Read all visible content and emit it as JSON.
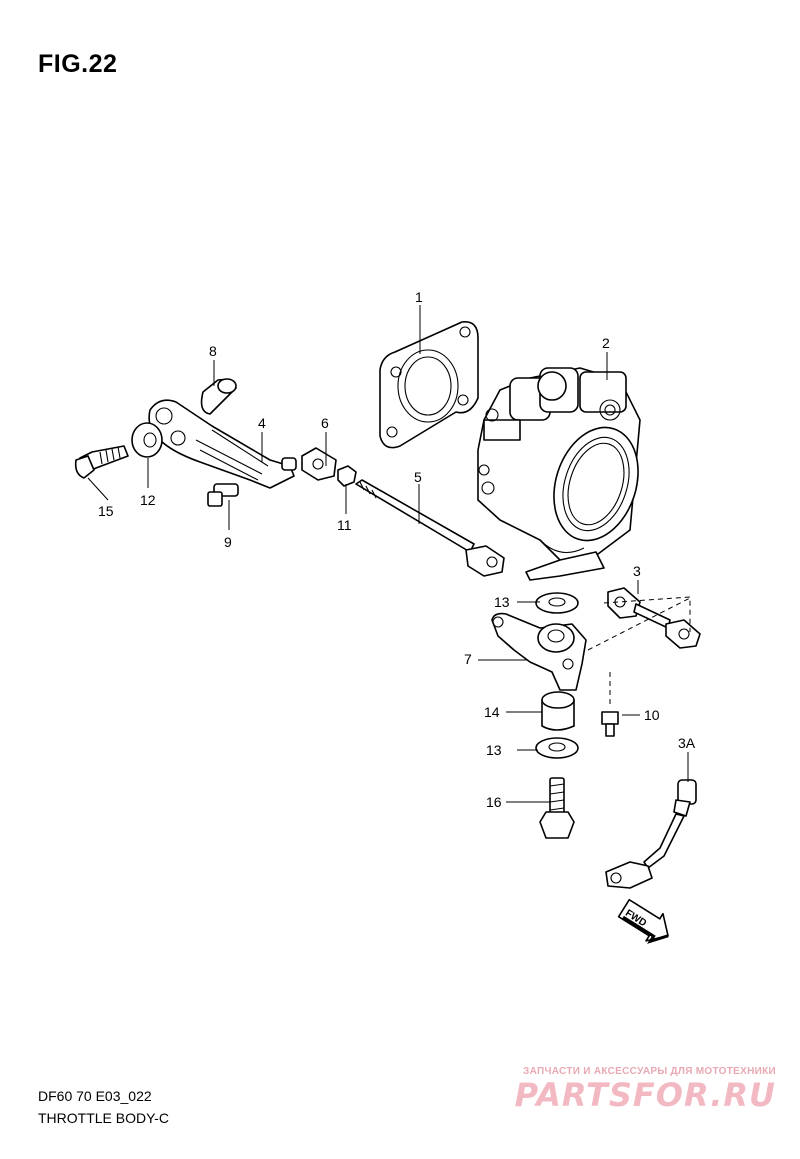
{
  "figure": {
    "title": "FIG.22"
  },
  "footer": {
    "code": "DF60 70 E03_022",
    "name": "THROTTLE BODY-C"
  },
  "watermark": {
    "tagline": "ЗАПЧАСТИ И АКСЕССУАРЫ ДЛЯ МОТОТЕХНИКИ",
    "brand": "PARTSFOR.RU"
  },
  "fwd_marker": {
    "label": "FWD"
  },
  "callouts": [
    {
      "id": "1",
      "label": "1"
    },
    {
      "id": "2",
      "label": "2"
    },
    {
      "id": "3",
      "label": "3"
    },
    {
      "id": "3A",
      "label": "3A"
    },
    {
      "id": "4",
      "label": "4"
    },
    {
      "id": "5",
      "label": "5"
    },
    {
      "id": "6",
      "label": "6"
    },
    {
      "id": "7",
      "label": "7"
    },
    {
      "id": "8",
      "label": "8"
    },
    {
      "id": "9",
      "label": "9"
    },
    {
      "id": "10",
      "label": "10"
    },
    {
      "id": "11",
      "label": "11"
    },
    {
      "id": "12",
      "label": "12"
    },
    {
      "id": "13a",
      "label": "13"
    },
    {
      "id": "13b",
      "label": "13"
    },
    {
      "id": "14",
      "label": "14"
    },
    {
      "id": "15",
      "label": "15"
    },
    {
      "id": "16",
      "label": "16"
    }
  ]
}
